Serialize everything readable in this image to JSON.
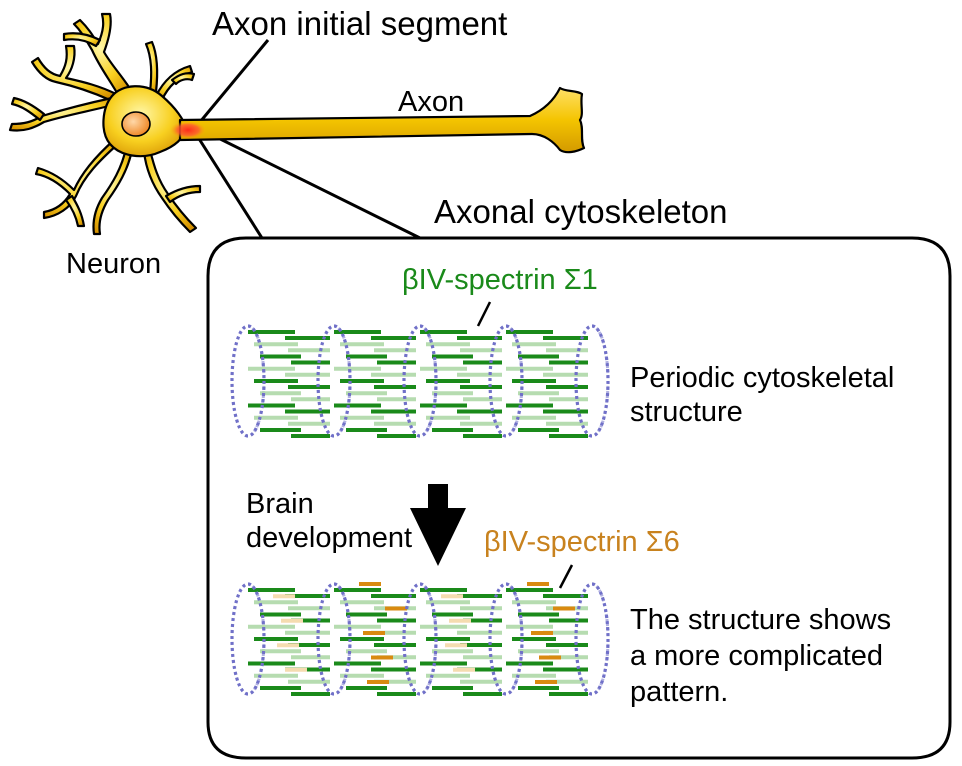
{
  "labels": {
    "ais": "Axon initial segment",
    "axon": "Axon",
    "neuron": "Neuron",
    "cytoskeleton": "Axonal cytoskeleton",
    "spectrin1": "βIV-spectrin Σ1",
    "spectrin6": "βIV-spectrin Σ6",
    "periodic_line1": "Periodic cytoskeletal",
    "periodic_line2": "structure",
    "brain_line1": "Brain",
    "brain_line2": "development",
    "complex_line1": "The structure shows",
    "complex_line2": "a more complicated",
    "complex_line3": "pattern."
  },
  "colors": {
    "neuron_fill": "#f5c400",
    "neuron_outline": "#000000",
    "nucleus": "#f39a3a",
    "ais_red": "#e8231a",
    "spectrin_dark": "#1a8a1a",
    "spectrin_light": "#b6dcb0",
    "sigma6": "#d98a10",
    "sigma6_light": "#f5dcb0",
    "ring": "#7070c8"
  }
}
